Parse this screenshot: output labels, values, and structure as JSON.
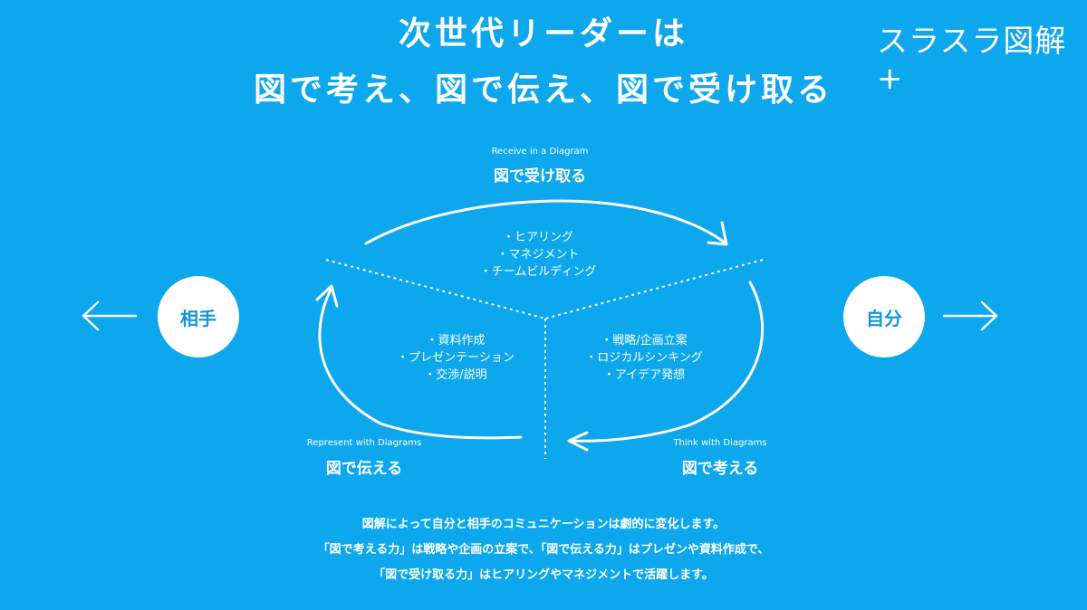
{
  "title": {
    "line1": "次世代リーダーは",
    "line2": "図で考え、図で伝え、図で受け取る"
  },
  "logo": "スラスラ図解+",
  "left_circle": "相手",
  "right_circle": "自分",
  "sections": {
    "receive": {
      "en": "Receive in a Diagram",
      "ja": "図で受け取る",
      "items": [
        "・ヒアリング",
        "・マネジメント",
        "・チームビルディング"
      ]
    },
    "represent": {
      "en": "Represent with Diagrams",
      "ja": "図で伝える",
      "items": [
        "・資料作成",
        "・プレゼンテーション",
        "・交渉/説明"
      ]
    },
    "think": {
      "en": "Think with Diagrams",
      "ja": "図で考える",
      "items": [
        "・戦略/企画立案",
        "・ロジカルシンキング",
        "・アイデア発想"
      ]
    }
  },
  "footer": [
    "図解によって自分と相手のコミュニケーションは劇的に変化します。",
    "「図で考える力」は戦略や企画の立案で、「図で伝える力」はプレゼンや資料作成で、",
    "「図で受け取る力」はヒアリングやマネジメントで活躍します。"
  ],
  "colors": {
    "background": "#0CA7EC",
    "foreground": "#FFFFFF",
    "circle_text": "#1297D9"
  }
}
